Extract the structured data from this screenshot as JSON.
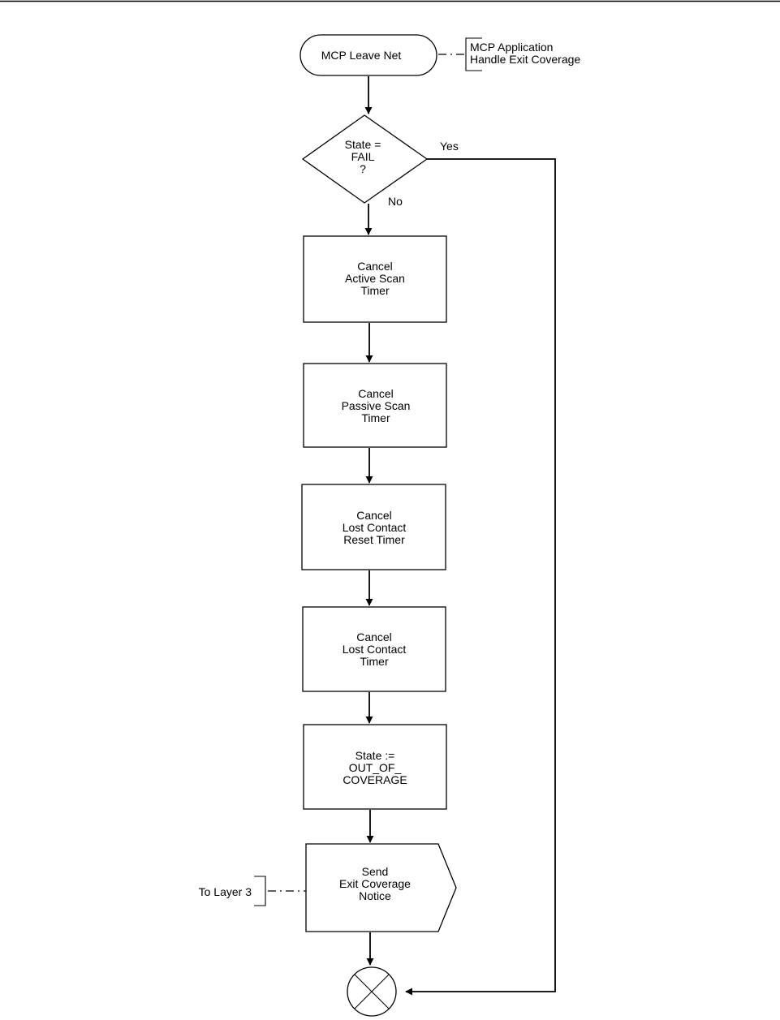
{
  "diagram": {
    "start": {
      "label": "MCP Leave Net"
    },
    "start_note": {
      "lines": [
        "MCP Application",
        "Handle Exit Coverage"
      ]
    },
    "decision": {
      "lines": [
        "State =",
        "FAIL",
        "?"
      ],
      "yes_label": "Yes",
      "no_label": "No"
    },
    "steps": [
      {
        "lines": [
          "Cancel",
          "Active Scan",
          "Timer"
        ]
      },
      {
        "lines": [
          "Cancel",
          "Passive Scan",
          "Timer"
        ]
      },
      {
        "lines": [
          "Cancel",
          "Lost Contact",
          "Reset Timer"
        ]
      },
      {
        "lines": [
          "Cancel",
          "Lost Contact",
          "Timer"
        ]
      },
      {
        "lines": [
          "State :=",
          "OUT_OF_",
          "COVERAGE"
        ]
      }
    ],
    "send": {
      "lines": [
        "Send",
        "Exit Coverage",
        "Notice"
      ]
    },
    "send_note": {
      "label": "To Layer 3"
    },
    "terminator": {
      "symbol": "x-in-circle"
    }
  }
}
